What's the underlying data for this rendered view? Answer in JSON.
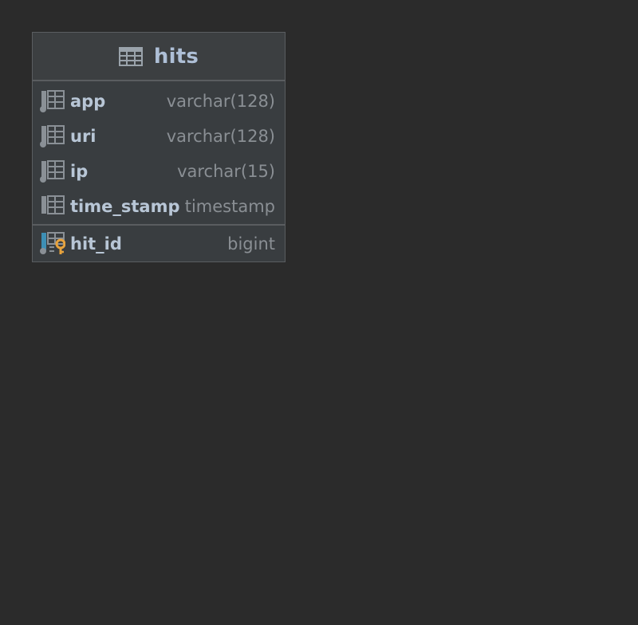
{
  "table": {
    "name": "hits",
    "icon": "table-icon",
    "columns": [
      {
        "name": "app",
        "type": "varchar(128)",
        "icon": "column-nullable-icon"
      },
      {
        "name": "uri",
        "type": "varchar(128)",
        "icon": "column-nullable-icon"
      },
      {
        "name": "ip",
        "type": "varchar(15)",
        "icon": "column-nullable-icon"
      },
      {
        "name": "time_stamp",
        "type": "timestamp",
        "icon": "column-icon"
      }
    ],
    "primary_key": [
      {
        "name": "hit_id",
        "type": "bigint",
        "icon": "primary-key-column-icon"
      }
    ]
  },
  "colors": {
    "background": "#2b2b2b",
    "box": "#393d40",
    "header": "#3c3f41",
    "border": "#5a5d60",
    "name_text": "#b8c6d6",
    "type_text": "#8a8f94",
    "key_accent": "#e8a33d",
    "pk_accent": "#3d8fb5"
  }
}
